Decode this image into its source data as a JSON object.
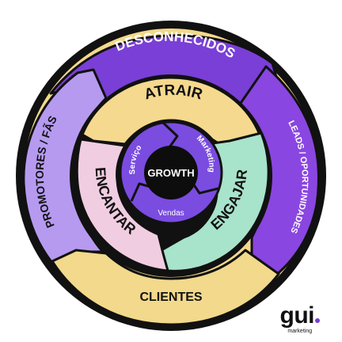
{
  "colors": {
    "outline": "#111111",
    "ring_outer_bg": "#f2d98b",
    "purple_dark": "#7a3fd6",
    "purple_light": "#b69af0",
    "yellow": "#f5d98e",
    "green": "#a8e3cc",
    "pink": "#f1cde1",
    "center_bg": "#7a4ce0",
    "core": "#0d0d0d",
    "white": "#ffffff",
    "brand_accent": "#7a3fd6"
  },
  "outer_ring": {
    "top": "DESCONHECIDOS",
    "right": "LEADS / OPORTUNIDADES",
    "bottom": "CLIENTES",
    "left": "PROMOTORES / FÃS"
  },
  "middle_ring": {
    "top": "ATRAIR",
    "right": "ENGAJAR",
    "left": "ENCANTAR"
  },
  "inner_ring": {
    "left": "Serviço",
    "right": "Marketing",
    "bottom": "Vendas"
  },
  "center": "GROWTH",
  "brand": {
    "word": "gui",
    "sub": "marketing"
  }
}
